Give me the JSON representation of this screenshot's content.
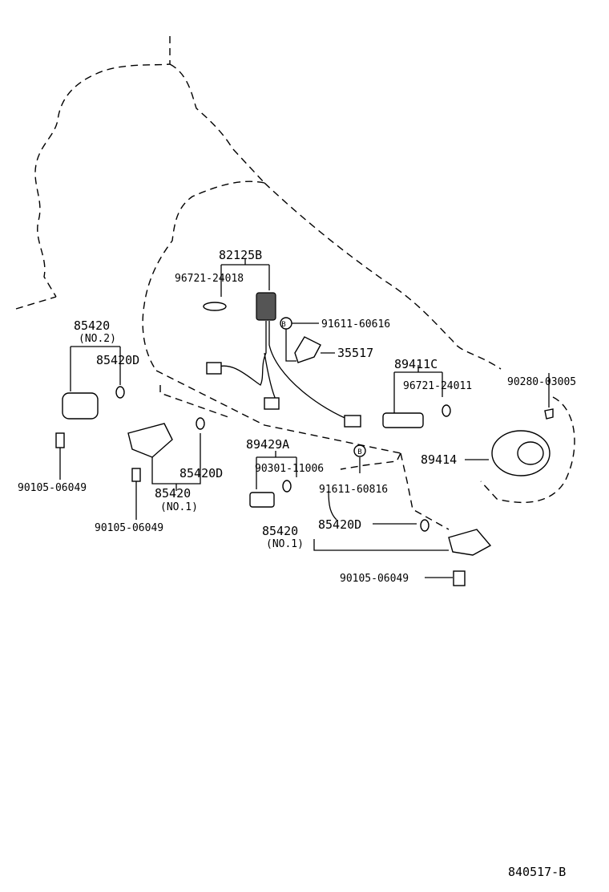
{
  "labels": {
    "p82125B": "82125B",
    "p96721_24018": "96721-24018",
    "p91611_60616": "91611-60616",
    "p35517": "35517",
    "p89411C": "89411C",
    "p96721_24011": "96721-24011",
    "p90280_03005": "90280-03005",
    "p89414": "89414",
    "p85420_no2": "85420",
    "no2": "(NO.2)",
    "p85420D_a": "85420D",
    "p90105_a": "90105-06049",
    "p85420D_b": "85420D",
    "p85420_no1a": "85420",
    "no1a": "(NO.1)",
    "p90105_b": "90105-06049",
    "p89429A": "89429A",
    "p90301_11006": "90301-11006",
    "p91611_60816": "91611-60816",
    "p85420_no1b": "85420",
    "no1b": "(NO.1)",
    "p85420D_c": "85420D",
    "p90105_c": "90105-06049",
    "diagram_id": "840517-B",
    "circle_b1": "B",
    "circle_b2": "B"
  }
}
